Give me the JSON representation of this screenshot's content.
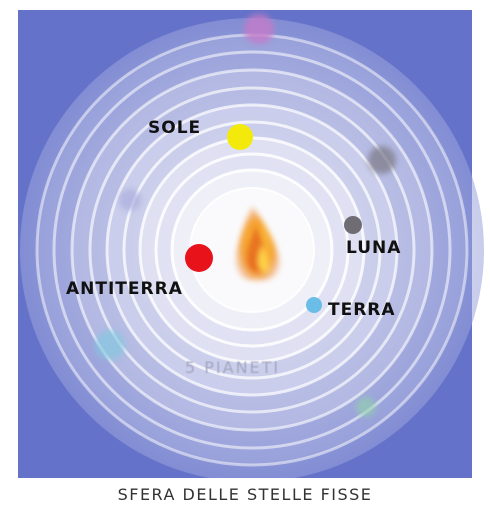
{
  "title": "SFERA DELLE STELLE FISSE",
  "bodies": {
    "sole": {
      "label": "SOLE",
      "color": "#f3ea0b"
    },
    "luna": {
      "label": "LUNA",
      "color": "#6f6d73"
    },
    "terra": {
      "label": "TERRA",
      "color": "#69bde6"
    },
    "antiterra": {
      "label": "ANTITERRA",
      "color": "#e8121b"
    }
  },
  "planets_label": "5 PIANETI",
  "central_fire_colors": [
    "#f6a12a",
    "#ffd24a",
    "#e4641f"
  ],
  "colors": {
    "background": "#6572c9",
    "ring_light": "#ffffff",
    "footer_strip": "#ffffff"
  }
}
